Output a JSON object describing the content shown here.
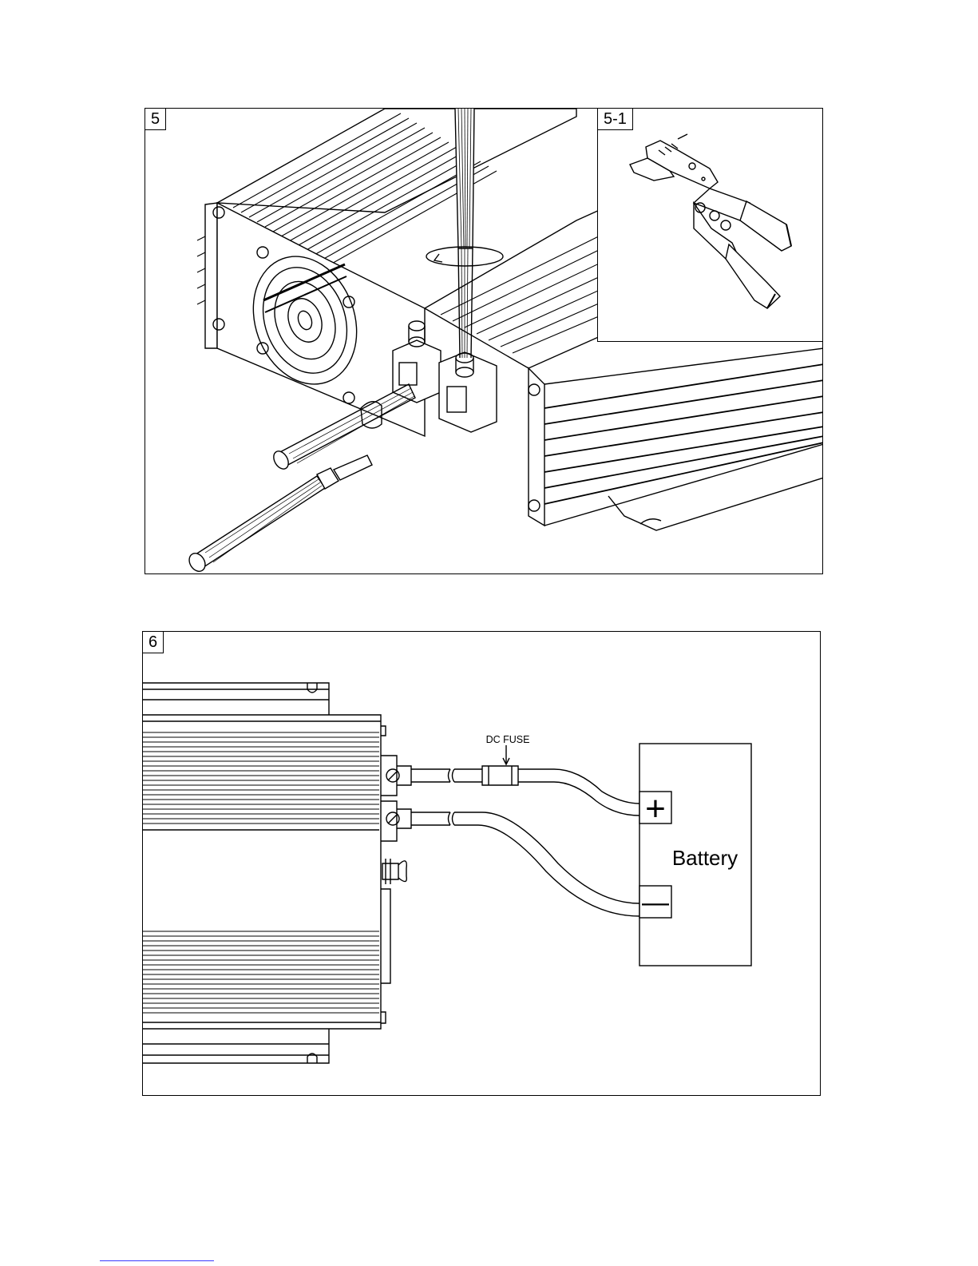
{
  "figure5": {
    "label": "5",
    "inset_label": "5-1"
  },
  "figure6": {
    "label": "6",
    "fuse_label": "DC FUSE",
    "battery_label": "Battery",
    "plus_symbol": "+",
    "minus_symbol": "—"
  },
  "colors": {
    "line": "#000000",
    "background": "#ffffff",
    "footer_link": "#3a3aff"
  }
}
